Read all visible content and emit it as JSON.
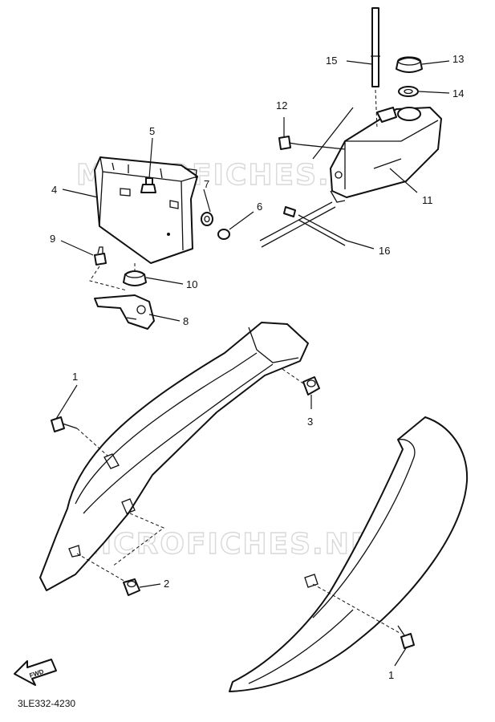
{
  "watermark": "MICROFICHES.NET",
  "fwd_label": "FWD",
  "diagram_code": "3LE332-4230",
  "callouts": {
    "c1a": "1",
    "c1b": "1",
    "c2": "2",
    "c3": "3",
    "c4": "4",
    "c5": "5",
    "c6": "6",
    "c7": "7",
    "c8": "8",
    "c9": "9",
    "c10": "10",
    "c11": "11",
    "c12": "12",
    "c13": "13",
    "c14": "14",
    "c15": "15",
    "c16": "16"
  }
}
